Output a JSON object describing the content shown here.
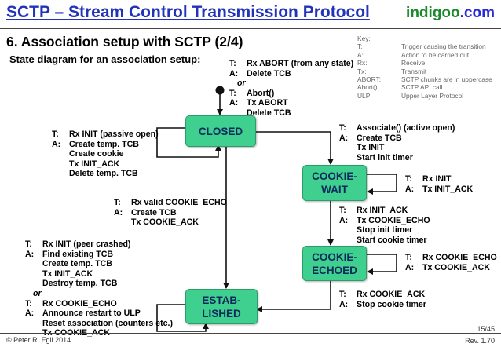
{
  "header": {
    "title": "SCTP – Stream Control Transmission Protocol",
    "brand_part1": "indigoo",
    "brand_part2": ".com"
  },
  "slide": {
    "subtitle": "6. Association setup with SCTP (2/4)",
    "diagram_heading": "State diagram for an association setup:"
  },
  "key": {
    "heading": "Key:",
    "entries": [
      {
        "code": "T:",
        "desc": "Trigger causing the transition"
      },
      {
        "code": "A:",
        "desc": "Action to be carried out"
      },
      {
        "code": "Rx:",
        "desc": "Receive"
      },
      {
        "code": "Tx:",
        "desc": "Transmit"
      },
      {
        "code": "ABORT:",
        "desc": "SCTP chunks are in uppercase"
      },
      {
        "code": "Abort():",
        "desc": "SCTP API call"
      },
      {
        "code": "ULP:",
        "desc": "Upper Layer Protocol"
      }
    ]
  },
  "states": {
    "closed": "CLOSED",
    "cookie_wait_1": "COOKIE-",
    "cookie_wait_2": "WAIT",
    "cookie_echoed_1": "COOKIE-",
    "cookie_echoed_2": "ECHOED",
    "established_1": "ESTAB-",
    "established_2": "LISHED"
  },
  "transitions": {
    "abort": {
      "t1": "T:",
      "t1_text": "Rx ABORT (from any state)",
      "a1": "A:",
      "a1_text": "Delete TCB",
      "or": "or",
      "t2": "T:",
      "t2_text": "Abort()",
      "a2": "A:",
      "a2_text": "Tx ABORT",
      "a2_more": "Delete TCB"
    },
    "closed_self": {
      "t": "T:",
      "t_text": "Rx INIT (passive open)",
      "a": "A:",
      "a_text": "Create temp. TCB",
      "lines": [
        "Create cookie",
        "Tx INIT_ACK",
        "Delete temp. TCB"
      ]
    },
    "associate": {
      "t": "T:",
      "t_text": "Associate() (active open)",
      "a": "A:",
      "a_text": "Create TCB",
      "lines": [
        "Tx INIT",
        "Start init timer"
      ]
    },
    "wait_self": {
      "t": "T:",
      "t_text": "Rx INIT",
      "a": "A:",
      "a_text": "Tx INIT_ACK"
    },
    "init_ack": {
      "t": "T:",
      "t_text": "Rx INIT_ACK",
      "a": "A:",
      "a_text": "Tx COOKIE_ECHO",
      "lines": [
        "Stop init timer",
        "Start cookie timer"
      ]
    },
    "echoed_self": {
      "t": "T:",
      "t_text": "Rx COOKIE_ECHO",
      "a": "A:",
      "a_text": "Tx COOKIE_ACK"
    },
    "cookie_ack": {
      "t": "T:",
      "t_text": "Rx COOKIE_ACK",
      "a": "A:",
      "a_text": "Stop cookie timer"
    },
    "valid_echo": {
      "t": "T:",
      "t_text": "Rx valid COOKIE_ECHO",
      "a": "A:",
      "a_text": "Create TCB",
      "lines": [
        "Tx COOKIE_ACK"
      ]
    },
    "established_self": {
      "t1": "T:",
      "t1_text": "Rx INIT (peer crashed)",
      "a1": "A:",
      "a1_text": "Find existing TCB",
      "a1_lines": [
        "Create temp. TCB",
        "Tx INIT_ACK",
        "Destroy temp. TCB"
      ],
      "or": "or",
      "t2": "T:",
      "t2_text": "Rx COOKIE_ECHO",
      "a2": "A:",
      "a2_text": "Announce restart to ULP",
      "a2_lines": [
        "Reset association (counters etc.)",
        "Tx COOKIE_ACK"
      ]
    }
  },
  "footer": {
    "copyright": "© Peter R. Egli 2014",
    "page": "15/45",
    "revision": "Rev. 1.70"
  }
}
